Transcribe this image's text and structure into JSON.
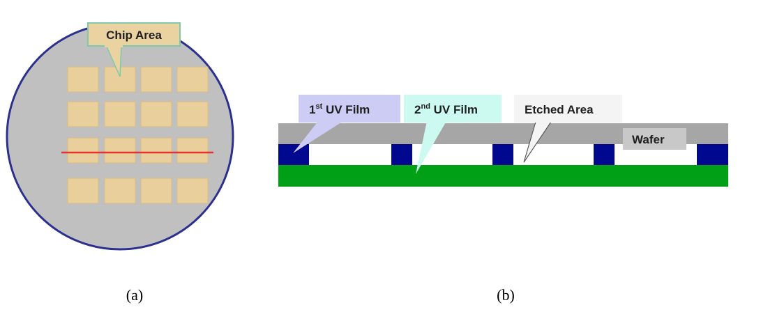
{
  "panel_a": {
    "caption": "(a)",
    "callout_label": "Chip Area",
    "chip_rows": 4,
    "chip_cols": 4,
    "colors": {
      "wafer_fill": "#c0c0c0",
      "wafer_stroke": "#2b2f8f",
      "chip_fill": "#e8cf9b",
      "cut_line": "#e8312a",
      "callout_fill": "#ead3a0",
      "callout_stroke": "#7ec9a9"
    }
  },
  "panel_b": {
    "caption": "(b)",
    "labels": {
      "film1_base": "1",
      "film1_sup": "st",
      "film1_rest": " UV Film",
      "film2_base": "2",
      "film2_sup": "nd",
      "film2_rest": " UV Film",
      "etched": "Etched Area",
      "wafer": "Wafer"
    },
    "colors": {
      "wafer_layer": "#a6a6a6",
      "film1": "#00088f",
      "film2": "#00a016",
      "film1_callout": "#ccccf4",
      "film2_callout": "#ccfaf0",
      "etched_callout": "#f4f4f4",
      "wafer_label_box": "#c8c8c8"
    }
  }
}
